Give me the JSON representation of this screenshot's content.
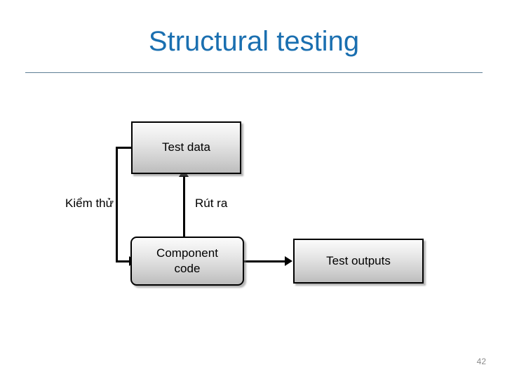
{
  "slide": {
    "title": "Structural testing",
    "title_color": "#1a6fb0",
    "rule_color": "#5d7f95",
    "page_number": "42",
    "background": "#ffffff"
  },
  "diagram": {
    "nodes": [
      {
        "id": "test-data",
        "label": "Test data",
        "shape": "rectangle",
        "fill_top": "#fbfbfb",
        "fill_bottom": "#bdbdbd",
        "border": "#000000"
      },
      {
        "id": "component-code",
        "label": "Component\ncode",
        "label_line1": "Component",
        "label_line2": "code",
        "shape": "rounded-rectangle",
        "fill_top": "#fbfbfb",
        "fill_bottom": "#bdbdbd",
        "border": "#000000"
      },
      {
        "id": "test-outputs",
        "label": "Test outputs",
        "shape": "rectangle",
        "fill_top": "#fbfbfb",
        "fill_bottom": "#bdbdbd",
        "border": "#000000"
      }
    ],
    "annotations": [
      {
        "id": "kiem-thu",
        "text": "Kiểm thử"
      },
      {
        "id": "rut-ra",
        "text": "Rút ra"
      }
    ],
    "connectors": [
      {
        "id": "test-data-to-component-code",
        "from": "test-data",
        "to": "component-code",
        "arrow": "right"
      },
      {
        "id": "component-code-to-test-data",
        "from": "component-code",
        "to": "test-data",
        "arrow": "up"
      },
      {
        "id": "component-code-to-test-outputs",
        "from": "component-code",
        "to": "test-outputs",
        "arrow": "right"
      }
    ]
  }
}
